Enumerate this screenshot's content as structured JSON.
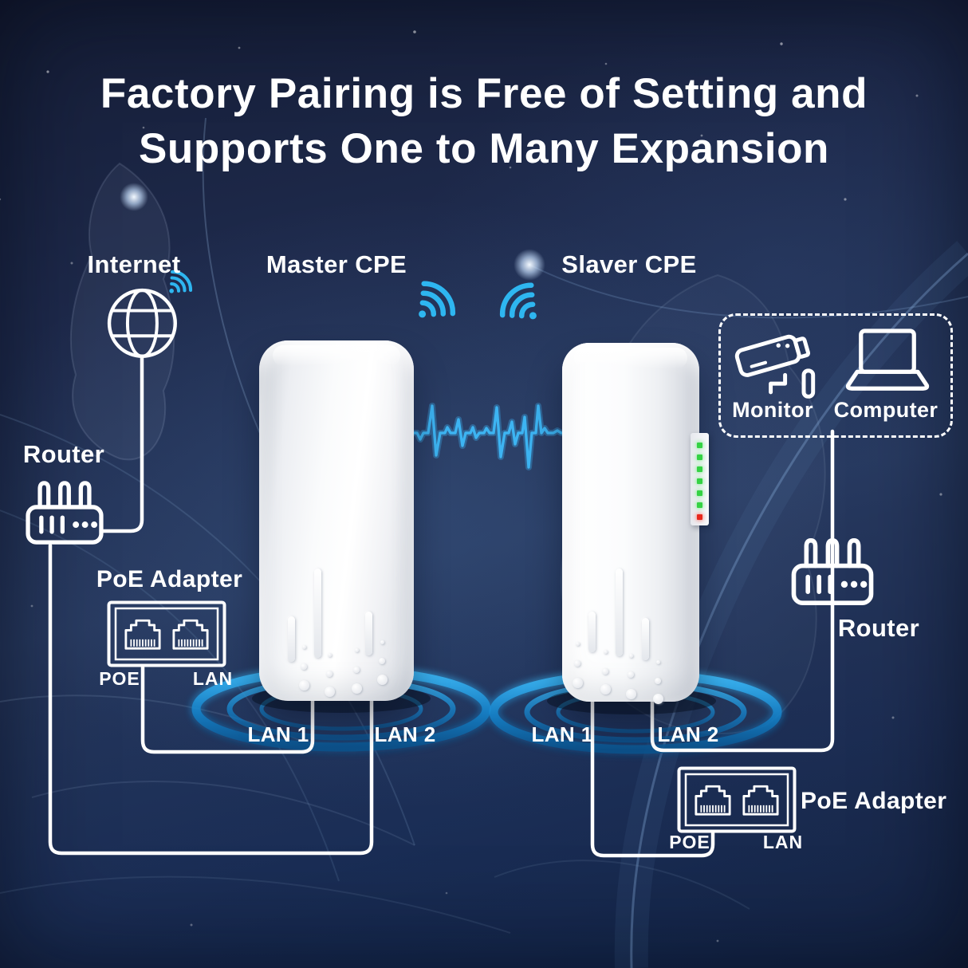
{
  "title": {
    "line1": "Factory Pairing is Free of Setting and",
    "line2": "Supports One to Many Expansion"
  },
  "labels": {
    "internet": "Internet",
    "master_cpe": "Master CPE",
    "slaver_cpe": "Slaver CPE",
    "router_left": "Router",
    "router_right": "Router",
    "poe_adapter_left": "PoE Adapter",
    "poe_adapter_right": "PoE Adapter",
    "port_poe_left": "POE",
    "port_lan_left": "LAN",
    "port_poe_right": "POE",
    "port_lan_right": "LAN",
    "monitor": "Monitor",
    "computer": "Computer",
    "master_lan1": "LAN 1",
    "master_lan2": "LAN 2",
    "slaver_lan1": "LAN 1",
    "slaver_lan2": "LAN 2"
  },
  "icons": {
    "internet": "globe-icon",
    "internet_signal": "wifi-small-icon",
    "master_signal": "wifi-beam-right-icon",
    "slaver_signal": "wifi-beam-left-icon",
    "router": "router-icon",
    "poe_adapter": "dual-ethernet-ports-icon",
    "monitor": "cctv-camera-icon",
    "computer": "laptop-icon",
    "wireless_link": "signal-waveform"
  },
  "leds": {
    "green_count": 6,
    "red_count": 1
  },
  "colors": {
    "background_navy": "#1f2b4d",
    "line_white": "#ffffff",
    "accent_cyan": "#2eb6f0",
    "ring_blue": "#1486cf",
    "led_green": "#35d244",
    "led_red": "#e8271c",
    "device_white": "#f4f5f7"
  }
}
